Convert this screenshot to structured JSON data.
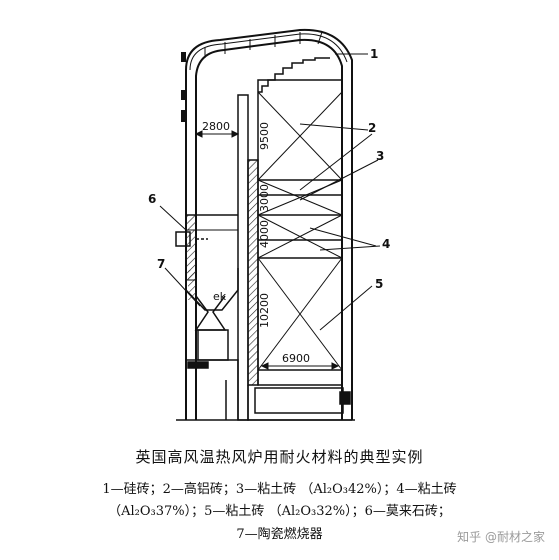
{
  "diagram": {
    "callouts": [
      "1",
      "2",
      "3",
      "4",
      "5",
      "6",
      "7"
    ],
    "dimensions": {
      "dome_gap": "2800",
      "h1": "9500",
      "h2": "3000",
      "h3": "4000",
      "h4": "10200",
      "width": "6900"
    }
  },
  "caption": {
    "title": "英国高风温热风炉用耐火材料的典型实例",
    "line1": "1—硅砖；2—高铝砖；3—粘土砖 （Al₂O₃42%）；4—粘土砖",
    "line2": "（Al₂O₃37%）；5—粘土砖 （Al₂O₃32%）；6—莫来石砖；",
    "line3": "7—陶瓷燃烧器"
  },
  "watermark": "知乎 @耐材之家"
}
